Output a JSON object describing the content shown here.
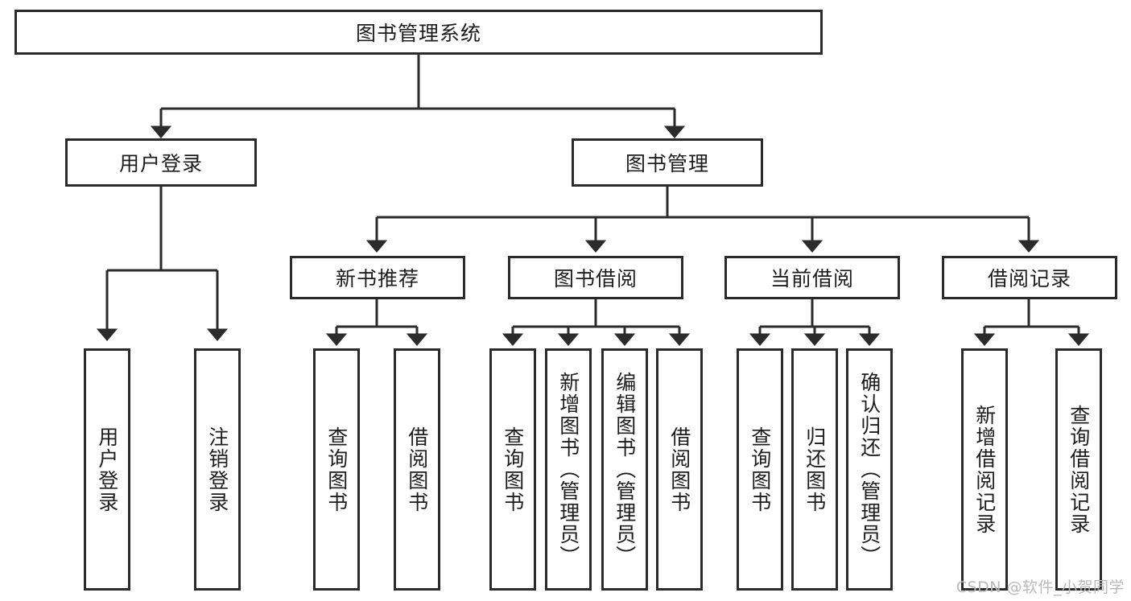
{
  "diagram": {
    "title": "图书管理系统",
    "type": "tree-hierarchy-diagram",
    "root": {
      "label": "图书管理系统"
    },
    "level2": [
      {
        "label": "用户登录"
      },
      {
        "label": "图书管理"
      }
    ],
    "level3": [
      {
        "label": "新书推荐"
      },
      {
        "label": "图书借阅"
      },
      {
        "label": "当前借阅"
      },
      {
        "label": "借阅记录"
      }
    ],
    "leaves": {
      "user_login": [
        {
          "label": "用户登录"
        },
        {
          "label": "注销登录"
        }
      ],
      "new_book_recommend": [
        {
          "label": "查询图书"
        },
        {
          "label": "借阅图书"
        }
      ],
      "book_borrow": [
        {
          "label": "查询图书"
        },
        {
          "label": "新增图书（管理员）"
        },
        {
          "label": "编辑图书（管理员）"
        },
        {
          "label": "借阅图书"
        }
      ],
      "current_borrow": [
        {
          "label": "查询图书"
        },
        {
          "label": "归还图书"
        },
        {
          "label": "确认归还（管理员）"
        }
      ],
      "borrow_records": [
        {
          "label": "新增借阅记录"
        },
        {
          "label": "查询借阅记录"
        }
      ]
    }
  },
  "watermark": {
    "text": "CSDN @软件_小贺同学"
  },
  "colors": {
    "stroke": "#2b2b2b",
    "background": "#ffffff",
    "text": "#1d1d1d",
    "watermark": "#b9b9b9"
  }
}
